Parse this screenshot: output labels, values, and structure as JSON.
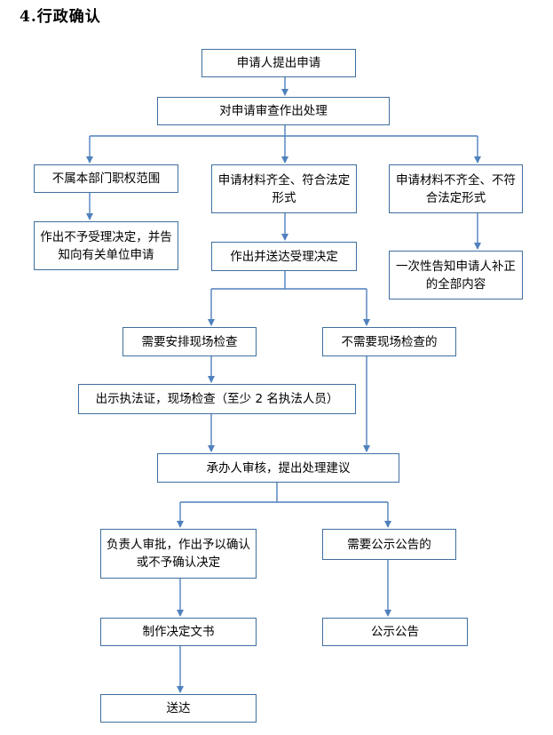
{
  "title": "4.行政确认",
  "nodes": {
    "apply": "申请人提出申请",
    "review": "对申请审查作出处理",
    "not_scope": "不属本部门职权范围",
    "complete": "申请材料齐全、符合法定形式",
    "incomplete": "申请材料不齐全、不符合法定形式",
    "reject": "作出不予受理决定，并告知向有关单位申请",
    "accept": "作出并送达受理决定",
    "notify": "一次性告知申请人补正的全部内容",
    "need_check": "需要安排现场检查",
    "no_check": "不需要现场检查的",
    "show_cert": "出示执法证，现场检查（至少 2 名执法人员）",
    "handler": "承办人审核，提出处理建议",
    "approve": "负责人审批，作出予以确认或不予确认决定",
    "need_publish": "需要公示公告的",
    "make_doc": "制作决定文书",
    "publish": "公示公告",
    "deliver": "送达"
  },
  "colors": {
    "line": "#4f81bd",
    "border": "#3f6f9f"
  }
}
